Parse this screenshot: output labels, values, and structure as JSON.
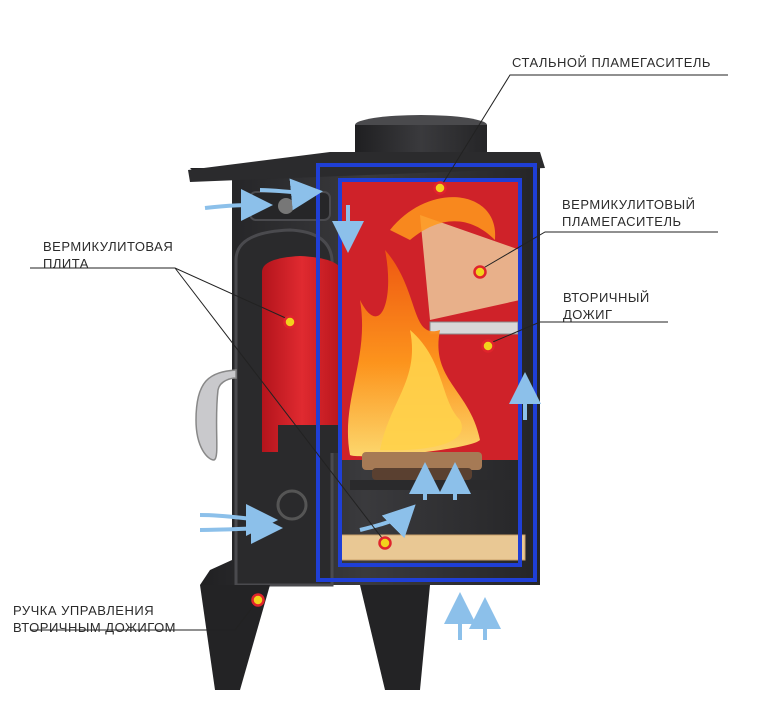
{
  "labels": {
    "steel_baffle": "СТАЛЬНОЙ ПЛАМЕГАСИТЕЛЬ",
    "vermiculite_baffle": [
      "ВЕРМИКУЛИТОВЫЙ",
      "ПЛАМЕГАСИТЕЛЬ"
    ],
    "secondary_burn": [
      "ВТОРИЧНЫЙ",
      "ДОЖИГ"
    ],
    "vermiculite_plate": [
      "ВЕРМИКУЛИТОВАЯ",
      "ПЛИТА"
    ],
    "secondary_burn_control": [
      "РУЧКА УПРАВЛЕНИЯ",
      "ВТОРИЧНЫМ ДОЖИГОМ"
    ]
  },
  "colors": {
    "stove_body": "#2f2f31",
    "cutaway_outline": "#1f3fd6",
    "firebox_red": "#d8242b",
    "vermiculite": "#e8b08a",
    "airflow": "#8cc0ea",
    "marker_fill": "#f2d21c",
    "marker_ring": "#e0242c",
    "callout_line": "#222222"
  }
}
